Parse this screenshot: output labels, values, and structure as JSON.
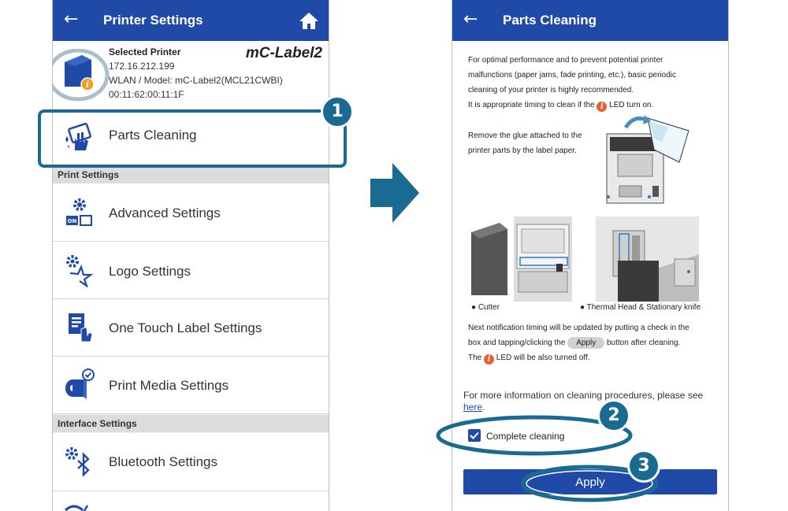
{
  "left": {
    "title": "Printer Settings",
    "printer": {
      "heading": "Selected Printer",
      "ip": "172.16.212.199",
      "model": "WLAN / Model: mC-Label2(MCL21CWBI)",
      "mac": "00:11:62:00:11:1F",
      "brand": "mC-Label2"
    },
    "items": {
      "parts_cleaning": "Parts Cleaning",
      "advanced": "Advanced Settings",
      "logo": "Logo Settings",
      "one_touch": "One Touch Label Settings",
      "print_media": "Print Media Settings",
      "bluetooth": "Bluetooth Settings"
    },
    "sections": {
      "print": "Print Settings",
      "interface": "Interface Settings"
    }
  },
  "right": {
    "title": "Parts Cleaning",
    "intro": [
      "For optimal performance and to prevent potential printer",
      "malfunctions (paper jams, fade printing, etc.), basic periodic",
      "cleaning of your printer is highly recommended."
    ],
    "intro_led_before": "It is appropriate timing to clean if the",
    "intro_led_after": "LED turn on.",
    "glue": [
      "Remove the glue attached to the",
      "printer parts by the label paper."
    ],
    "cutter": "● Cutter",
    "thermal": "● Thermal Head & Stationary knife",
    "notify": [
      "Next notification timing will be updated by putting a check in the",
      "box and tapping/clicking the",
      "button after cleaning."
    ],
    "notify_pill": "Apply",
    "led_off_before": "The",
    "led_off_after": "LED will be also turned off.",
    "more_info": "For more information on cleaning procedures, please see",
    "link": "here",
    "link_after": ".",
    "checkbox_label": "Complete cleaning",
    "checkbox_checked": true,
    "apply": "Apply"
  },
  "badges": [
    "1",
    "2",
    "3"
  ],
  "colors": {
    "appbar": "#1f4aa8",
    "annotation": "#1a6b93",
    "led": "#e8612c"
  }
}
